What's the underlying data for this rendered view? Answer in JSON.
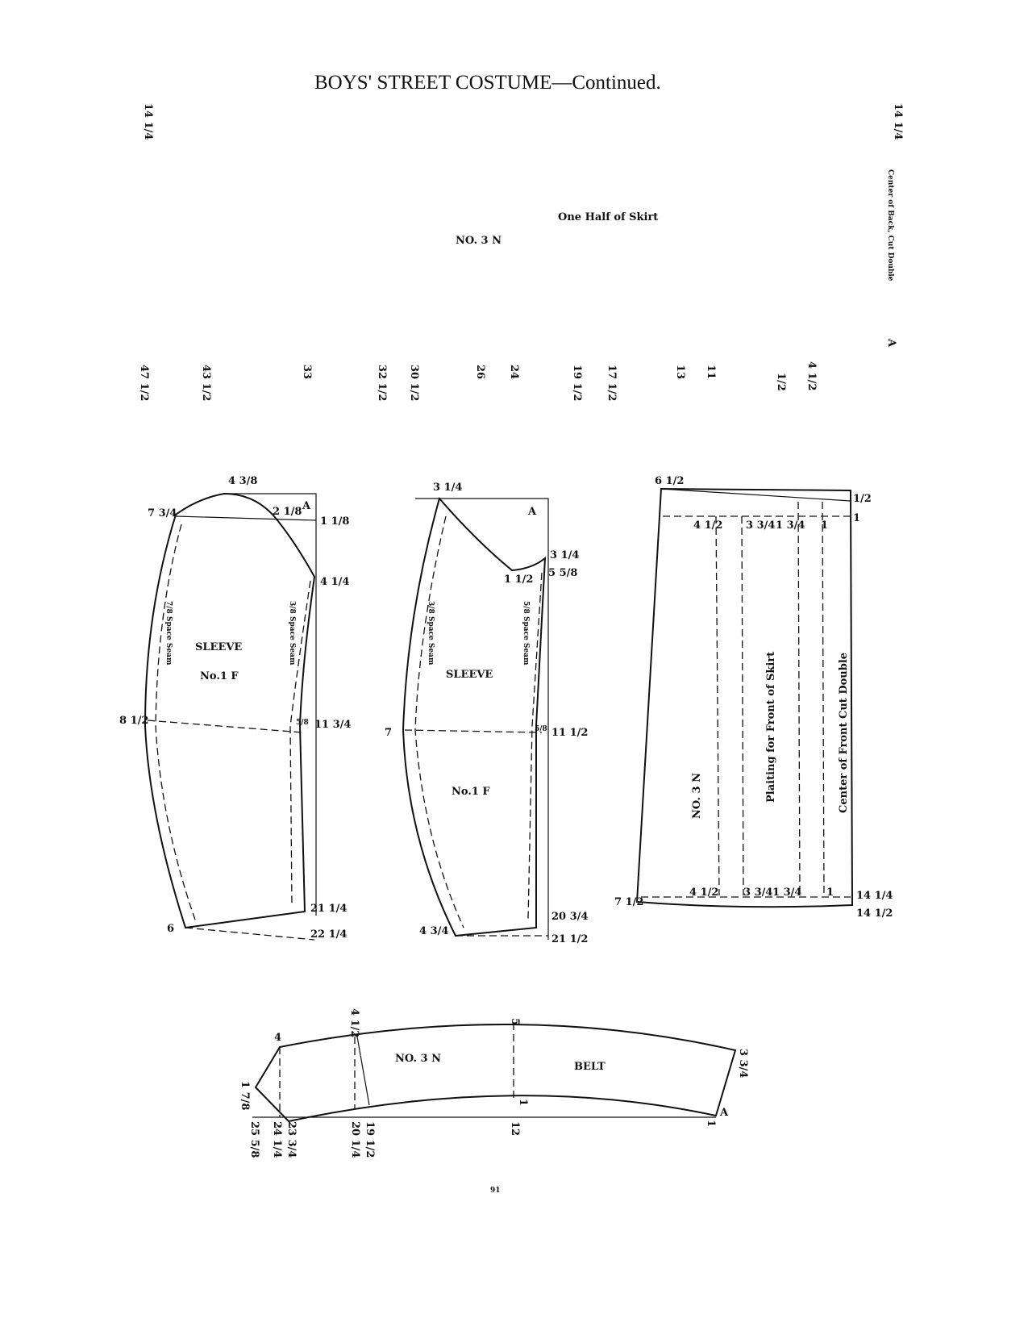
{
  "title": "BOYS' STREET COSTUME—Continued.",
  "page_number": "91",
  "skirt_half": {
    "left_width": "14 1/4",
    "right_width": "14 1/4",
    "center_back": "Center of Back, Cut Double",
    "point_a": "A",
    "label": "One Half of Skirt",
    "size": "NO. 3 N",
    "ruler": [
      "47 1/2",
      "43 1/2",
      "33",
      "32 1/2",
      "30 1/2",
      "26",
      "24",
      "19 1/2",
      "17 1/2",
      "13",
      "11",
      "1/2",
      "4 1/2"
    ]
  },
  "sleeve1": {
    "top": "4 3/8",
    "left_top": "7 3/4",
    "inner": "2 1/8",
    "a": "A",
    "right_top": "1 1/8",
    "right_mid": "4 1/4",
    "left_elbow": "8 1/2",
    "right_elbow": "11 3/4",
    "seam_allow": "5/8",
    "bottom_left": "6",
    "bottom_right1": "21 1/4",
    "bottom_right2": "22 1/4",
    "name": "SLEEVE",
    "size": "No.1 F",
    "seam_left": "7/8 Space Seam",
    "seam_right": "3/8 Space Seam"
  },
  "sleeve2": {
    "top": "3 1/4",
    "a": "A",
    "right_top": "3 1/4",
    "inner": "1 1/2",
    "right_mid": "5 5/8",
    "left_elbow": "7",
    "right_elbow": "11 1/2",
    "seam_allow": "5/8",
    "bottom_left": "4 3/4",
    "bottom_right1": "20 3/4",
    "bottom_right2": "21 1/2",
    "name": "SLEEVE",
    "size": "No.1 F",
    "seam_left": "3/8 Space Seam",
    "seam_right": "5/8 Space Seam"
  },
  "skirt_front": {
    "top_left": "6 1/2",
    "top_right": "1/2",
    "right_one": "1",
    "top_marks": [
      "4 1/2",
      "3 3/4",
      "1 3/4",
      "1"
    ],
    "bottom_marks": [
      "4 1/2",
      "3 3/4",
      "1 3/4",
      "1"
    ],
    "bottom_left": "7 1/2",
    "bottom_right1": "14 1/4",
    "bottom_right2": "14 1/2",
    "size": "NO. 3 N",
    "plaiting": "Plaiting for Front of Skirt",
    "center": "Center of Front Cut Double"
  },
  "belt": {
    "left_top": "4",
    "mark1": "4 1/2",
    "mid": "5",
    "right_end": "3 3/4",
    "left_point": "1 7/8",
    "size": "NO. 3 N",
    "name": "BELT",
    "mid_bottom": "1",
    "a": "A",
    "right_bottom": "1",
    "bottom_marks": [
      "25 5/8",
      "24 1/4",
      "23 3/4",
      "20 1/4",
      "19 1/2",
      "12"
    ]
  }
}
